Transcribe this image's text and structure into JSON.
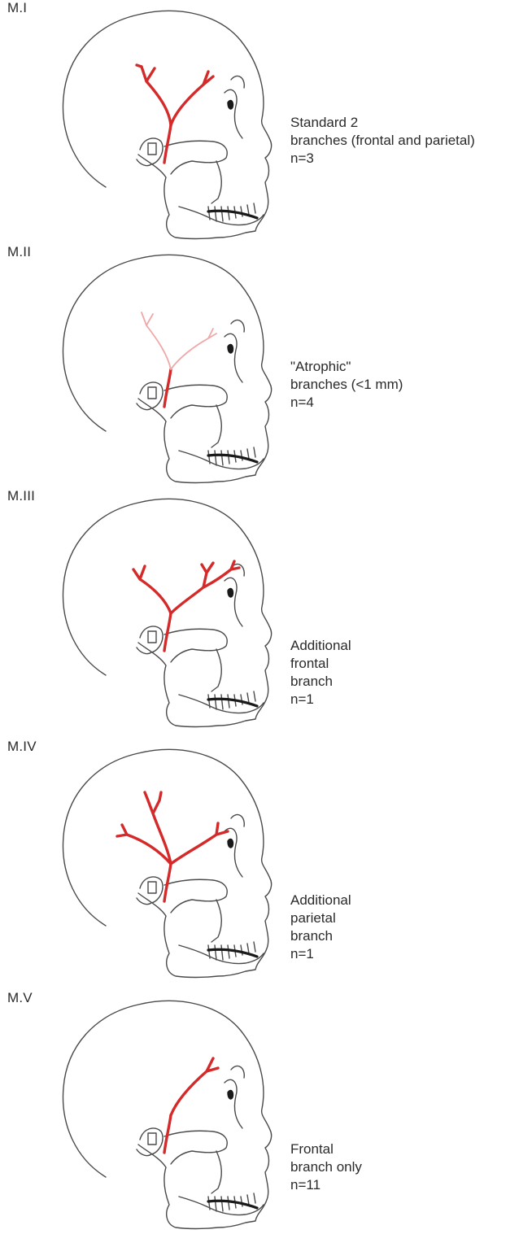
{
  "colors": {
    "artery": "#d42a2a",
    "artery_atrophic": "#f0a8a8",
    "outline": "#4a4a4a",
    "text": "#2a2a2a"
  },
  "panels": [
    {
      "label": "M.I",
      "variant": "two-branches",
      "caption": [
        "Standard 2",
        "branches (frontal and parietal)",
        "n=3"
      ]
    },
    {
      "label": "M.II",
      "variant": "atrophic",
      "caption": [
        "\"Atrophic\"",
        "branches (<1 mm)",
        "n=4"
      ]
    },
    {
      "label": "M.III",
      "variant": "additional-frontal",
      "caption": [
        "Additional",
        "frontal",
        "branch",
        "n=1"
      ]
    },
    {
      "label": "M.IV",
      "variant": "additional-parietal",
      "caption": [
        "Additional",
        "parietal",
        "branch",
        "n=1"
      ]
    },
    {
      "label": "M.V",
      "variant": "frontal-only",
      "caption": [
        "Frontal",
        "branch only",
        "n=11"
      ]
    }
  ]
}
